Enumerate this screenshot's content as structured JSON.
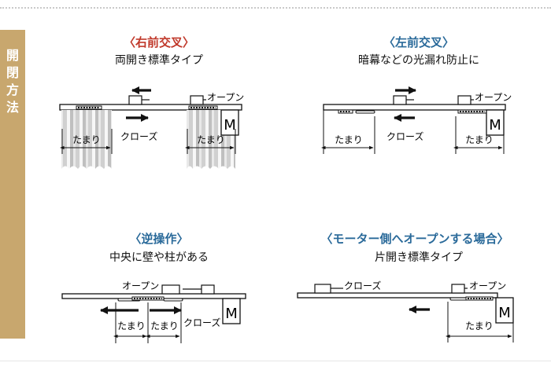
{
  "side_tab": {
    "label": "開閉方法",
    "color": "#c8a76e"
  },
  "colors": {
    "red_title": "#c0392b",
    "blue_title": "#2a6a9a"
  },
  "panels": {
    "right_cross": {
      "title": "〈右前交叉〉",
      "subtitle": "両開き標準タイプ",
      "label_open": "オープン",
      "label_close": "クローズ",
      "label_tamari_left": "たまり",
      "label_tamari_right": "たまり",
      "motor": "M"
    },
    "left_cross": {
      "title": "〈左前交叉〉",
      "subtitle": "暗幕などの光漏れ防止に",
      "label_open": "オープン",
      "label_close": "クローズ",
      "label_tamari_left": "たまり",
      "label_tamari_right": "たまり",
      "motor": "M"
    },
    "reverse": {
      "title": "〈逆操作〉",
      "subtitle": "中央に壁や柱がある",
      "label_open": "オープン",
      "label_close": "クローズ",
      "label_tamari_left": "たまり",
      "label_tamari_right": "たまり",
      "motor": "M"
    },
    "motor_side_open": {
      "title": "〈モーター側へオープンする場合〉",
      "subtitle": "片開き標準タイプ",
      "label_open": "オープン",
      "label_close": "クローズ",
      "label_tamari": "たまり",
      "motor": "M"
    }
  }
}
